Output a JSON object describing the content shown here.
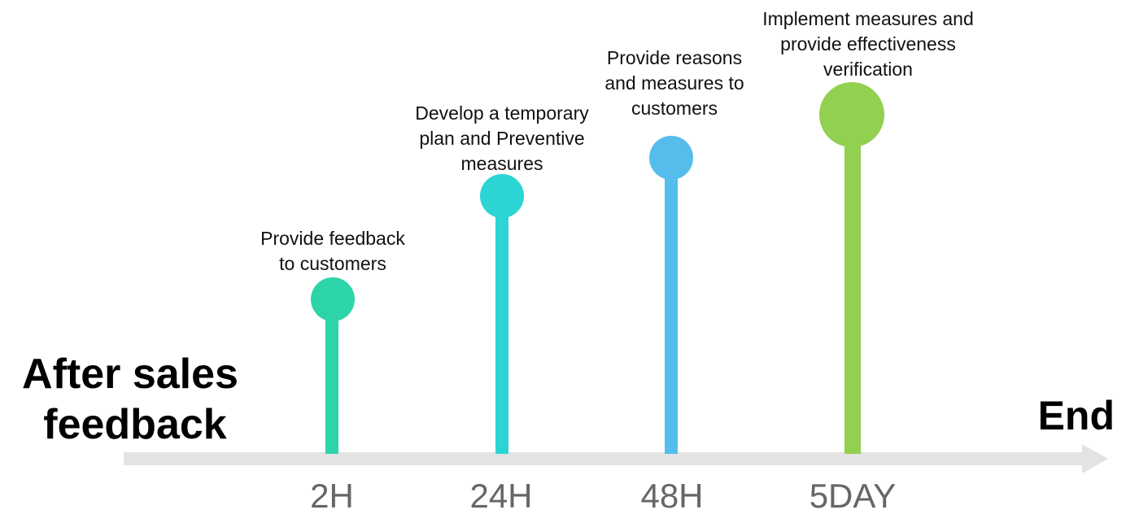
{
  "start": {
    "line1": "After sales",
    "line2": "feedback"
  },
  "end": {
    "label": "End"
  },
  "milestones": [
    {
      "time": "2H",
      "lines": [
        "Provide feedback",
        "to customers"
      ],
      "color": "#2dd4a9"
    },
    {
      "time": "24H",
      "lines": [
        "Develop a temporary",
        "plan and Preventive",
        "measures"
      ],
      "color": "#2dd4d4"
    },
    {
      "time": "48H",
      "lines": [
        "Provide reasons",
        "and measures to",
        "customers"
      ],
      "color": "#55bdec"
    },
    {
      "time": "5DAY",
      "lines": [
        "Implement measures and",
        "provide effectiveness",
        "verification"
      ],
      "color": "#92d050"
    }
  ],
  "colors": {
    "axis": "#e3e3e3",
    "tick_text": "#666666"
  }
}
